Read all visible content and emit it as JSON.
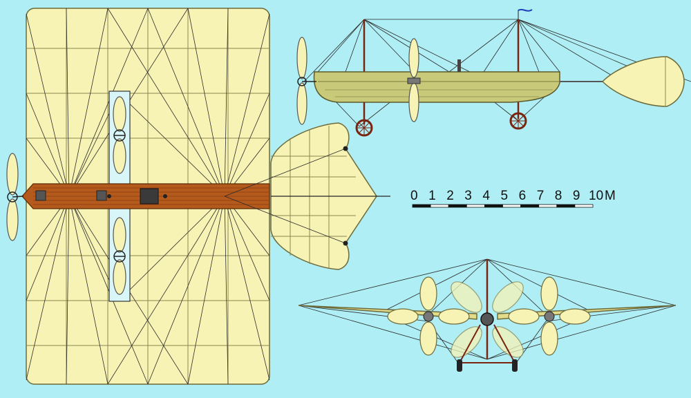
{
  "scale": {
    "ticks": [
      "0",
      "1",
      "2",
      "3",
      "4",
      "5",
      "6",
      "7",
      "8",
      "9",
      "10"
    ],
    "unit": "M"
  },
  "colors": {
    "background": "#aeeef4",
    "canvas": "#f7f3b4",
    "canvas_stroke": "#6d6a3a",
    "rigging": "#2a2a2a",
    "deck": "#b35a1c",
    "hull": "#c9c97a",
    "wheel": "#7a2410",
    "pennant": "#1f3fb8"
  },
  "icons": {
    "propeller": "propeller-icon",
    "wheel": "wheel-icon",
    "pennant": "pennant-icon"
  },
  "views": [
    "top-view",
    "side-view",
    "front-view"
  ]
}
